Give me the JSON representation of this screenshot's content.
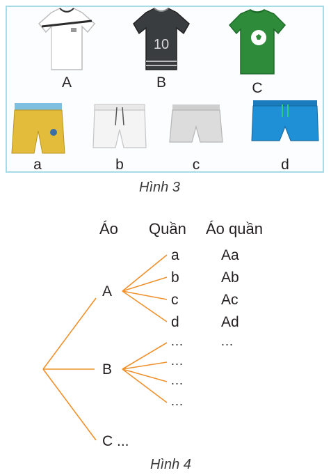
{
  "figure3": {
    "shirts": [
      {
        "label": "A",
        "color": "#ffffff"
      },
      {
        "label": "B",
        "color": "#3a3d40",
        "number": "10"
      },
      {
        "label": "C",
        "color": "#2e8b3a"
      }
    ],
    "shorts": [
      {
        "label": "a",
        "color": "#e2bc3a"
      },
      {
        "label": "b",
        "color": "#f4f4f4"
      },
      {
        "label": "c",
        "color": "#dcdcdc"
      },
      {
        "label": "d",
        "color": "#1f8fd6"
      }
    ],
    "caption": "Hình 3"
  },
  "figure4": {
    "headers": {
      "shirt": "Áo",
      "shorts": "Quần",
      "outfit": "Áo quần"
    },
    "shirtA": "A",
    "shirtB": "B",
    "shirtC": "C ...",
    "branchesA": [
      "a",
      "b",
      "c",
      "d"
    ],
    "outfitsA": [
      "Aa",
      "Ab",
      "Ac",
      "Ad"
    ],
    "ellipsis": "...",
    "caption": "Hình 4",
    "line_color": "#f0902a"
  }
}
